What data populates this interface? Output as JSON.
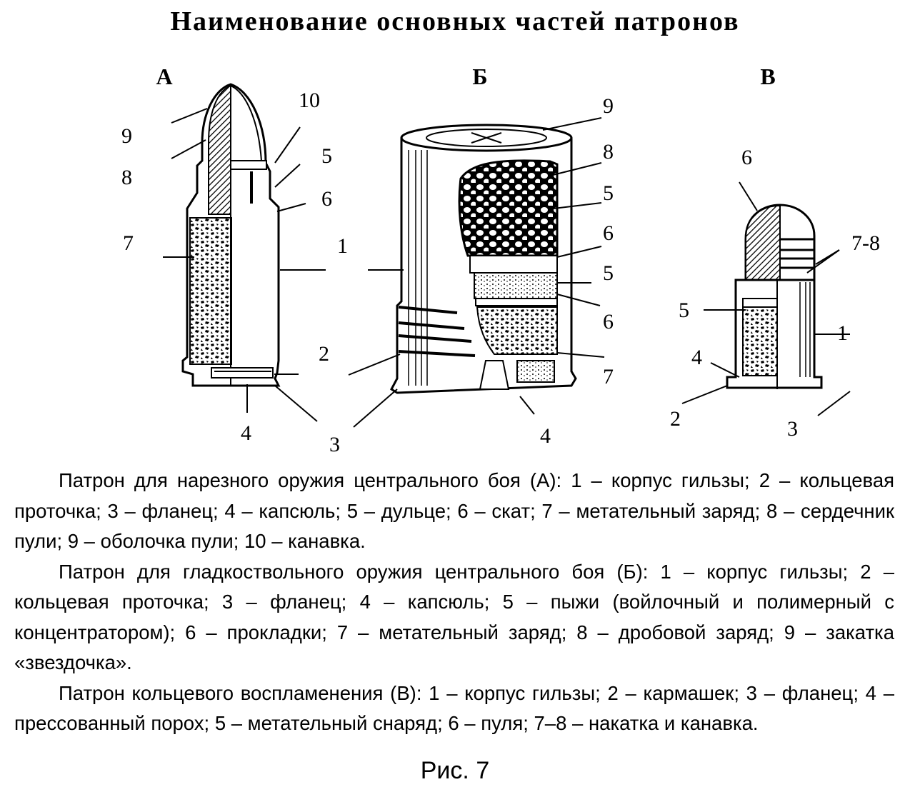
{
  "title": "Наименование основных частей патронов",
  "cartridges": {
    "a": {
      "header": "А",
      "labels": {
        "l9": "9",
        "l8": "8",
        "l10": "10",
        "l5": "5",
        "l6": "6",
        "l7": "7",
        "l1": "1",
        "l2": "2",
        "l4": "4",
        "l3": "3"
      }
    },
    "b": {
      "header": "Б",
      "labels": {
        "l9": "9",
        "l8": "8",
        "l5a": "5",
        "l6a": "6",
        "l5b": "5",
        "l6b": "6",
        "l7": "7",
        "l4": "4"
      }
    },
    "v": {
      "header": "В",
      "labels": {
        "l6": "6",
        "l78": "7-8",
        "l5": "5",
        "l1": "1",
        "l4": "4",
        "l2": "2",
        "l3": "3"
      }
    }
  },
  "caption": {
    "a": "Патрон для нарезного оружия центрального боя (А): 1 – корпус гильзы; 2 – кольцевая проточка; 3 – фланец; 4 – капсюль; 5 – дульце; 6 – скат; 7 – метательный заряд; 8 – сердечник пули; 9 – оболочка пули; 10 – канавка.",
    "b": "Патрон для гладкоствольного оружия центрального боя (Б): 1 – корпус гильзы; 2 – кольцевая проточка; 3 – фланец; 4 – капсюль; 5 – пыжи (войлочный и полимерный с концентратором); 6 – прокладки; 7 – метательный заряд; 8 – дробовой заряд; 9 – закатка «звездочка».",
    "v": "Патрон кольцевого воспламенения (В): 1 – корпус гильзы; 2 – кармашек; 3 – фланец; 4 – прессованный порох; 5 – метательный снаряд; 6 – пуля; 7–8 – накатка и канавка."
  },
  "figure_number": "Рис. 7"
}
